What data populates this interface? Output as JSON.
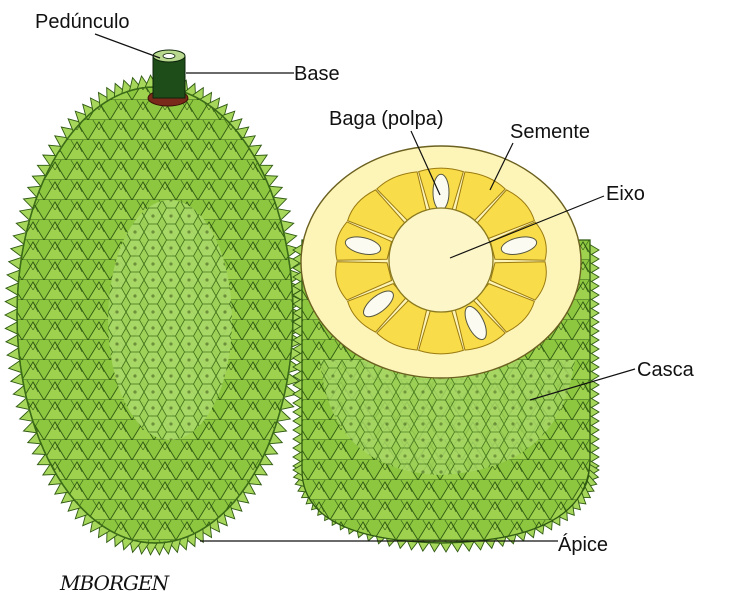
{
  "labels": {
    "peduncle": "Pedúnculo",
    "base": "Base",
    "pulp": "Baga (polpa)",
    "seed": "Semente",
    "axis": "Eixo",
    "rind": "Casca",
    "apex": "Ápice"
  },
  "signature": "MBORGEN",
  "colors": {
    "rind_green": "#8dc63f",
    "rind_light": "#a6d65a",
    "rind_dark": "#4e8a1f",
    "cut_surface": "#fdf5b8",
    "pulp_yellow": "#f9dc4a",
    "seed_white": "#fbfbf2",
    "stalk": "#1f4d1a",
    "stalk_ring": "#7a2a1a"
  },
  "icons": {
    "whole_fruit": "jackfruit-whole-icon",
    "cut_fruit": "jackfruit-cut-icon"
  }
}
